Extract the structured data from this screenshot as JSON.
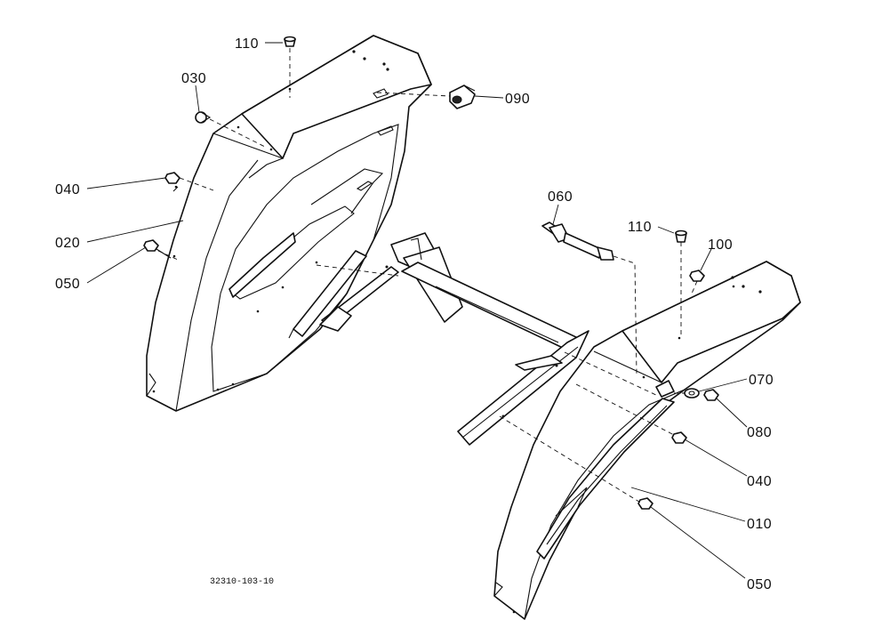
{
  "diagram": {
    "drawing_number": "32310-103-10",
    "callouts": [
      {
        "id": "c110a",
        "label": "110"
      },
      {
        "id": "c030",
        "label": "030"
      },
      {
        "id": "c090",
        "label": "090"
      },
      {
        "id": "c040a",
        "label": "040"
      },
      {
        "id": "c020",
        "label": "020"
      },
      {
        "id": "c050a",
        "label": "050"
      },
      {
        "id": "c060",
        "label": "060"
      },
      {
        "id": "c110b",
        "label": "110"
      },
      {
        "id": "c100",
        "label": "100"
      },
      {
        "id": "c070",
        "label": "070"
      },
      {
        "id": "c080",
        "label": "080"
      },
      {
        "id": "c040b",
        "label": "040"
      },
      {
        "id": "c010",
        "label": "010"
      },
      {
        "id": "c050b",
        "label": "050"
      }
    ]
  }
}
